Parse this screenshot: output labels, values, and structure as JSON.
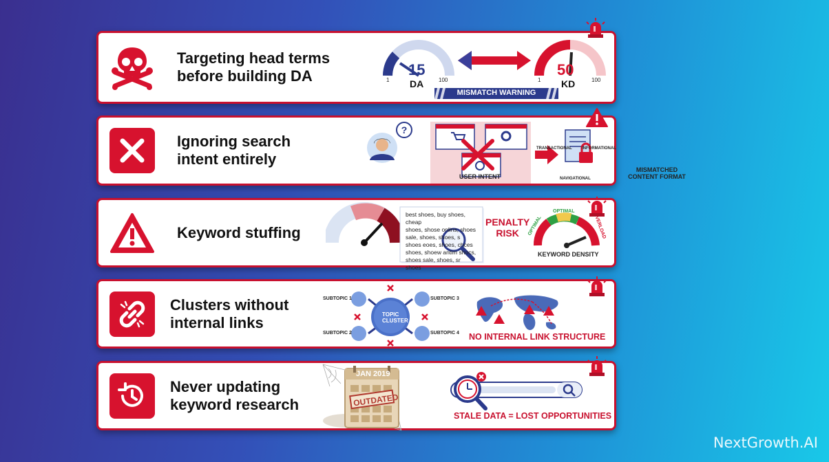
{
  "rows": [
    {
      "title_line1": "Targeting head terms",
      "title_line2": "before building DA",
      "da_value": "15",
      "da_label": "DA",
      "kd_value": "50",
      "kd_label": "KD",
      "scale_min": "1",
      "scale_max": "100",
      "warning": "MISMATCH WARNING",
      "icon": "skull-crossbones-icon"
    },
    {
      "title_line1": "Ignoring search",
      "title_line2": "intent entirely",
      "user_intent": "USER INTENT",
      "intents": [
        "TRANSACTIONAL",
        "INFORMATIONAL",
        "NAVIGATIONAL"
      ],
      "mismatch_line1": "MISMATCHED",
      "mismatch_line2": "CONTENT FORMAT",
      "icon": "x-mark-icon"
    },
    {
      "title_line1": "Keyword stuffing",
      "doc_lines": [
        "best shoes, buy shoes, cheap",
        "shoes, shose onlins, shoes",
        "sale, shoes, shoes, s",
        "shoes eoes, shoes, chces",
        "shoes, shoew antim shocs,",
        "shoes sale, shoes, sr",
        "shoes"
      ],
      "penalty_line1": "PENALTY",
      "penalty_line2": "RISK",
      "optimal": "OPTIMAL",
      "overload": "OVERLOAD",
      "density_label": "KEYWORD DENSITY",
      "icon": "warning-triangle-icon"
    },
    {
      "title_line1": "Clusters without",
      "title_line2": "internal links",
      "hub_line1": "TOPIC",
      "hub_line2": "CLUSTER",
      "subtopics": [
        "SUBTOPIC 1",
        "SUBTOPIC 3",
        "SUBTOPIC 2",
        "SUBTOPIC 4"
      ],
      "caption": "NO INTERNAL LINK STRUCTURE",
      "icon": "broken-link-icon"
    },
    {
      "title_line1": "Never updating",
      "title_line2": "keyword research",
      "calendar_date": "JAN 2019",
      "stamp": "OUTDATED",
      "caption": "STALE DATA = LOST OPPORTUNITIES",
      "icon": "history-clock-icon"
    }
  ],
  "brand": "NextGrowth.AI",
  "colors": {
    "accent": "#d7122e",
    "navy": "#2b3a8c",
    "green": "#2ea043"
  }
}
